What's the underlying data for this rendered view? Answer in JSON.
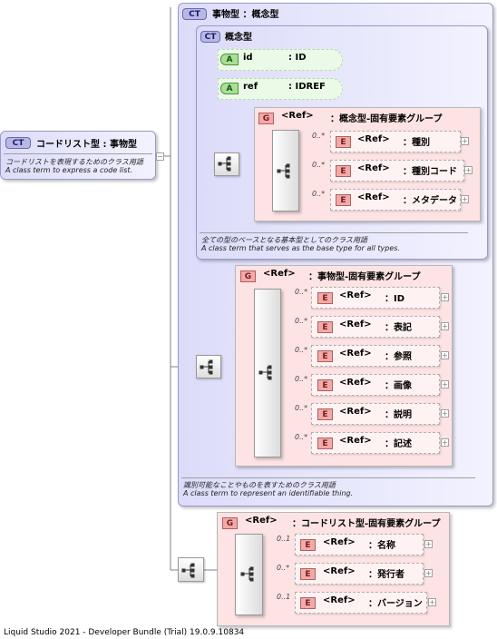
{
  "root": {
    "badge": "CT",
    "title": "コードリスト型 : 事物型",
    "doc_ja": "コードリストを表現するためのクラス用語",
    "doc_en": "A class term to express a code list."
  },
  "jibutsu": {
    "badge": "CT",
    "title": "事物型 ：概念型",
    "doc_ja": "識別可能なことやものを表すためのクラス用語",
    "doc_en": "A class term to represent an identifiable thing."
  },
  "gainen": {
    "badge": "CT",
    "title": "概念型",
    "doc_ja": "全ての型のベースとなる基本型としてのクラス用語",
    "doc_en": "A class term that serves as the base type for all types.",
    "attributes": [
      {
        "badge": "A",
        "name": "id",
        "type": ": ID"
      },
      {
        "badge": "A",
        "name": "ref",
        "type": ": IDREF"
      }
    ],
    "group": {
      "badge": "G",
      "ref": "<Ref>",
      "name": "：概念型-固有要素グループ",
      "elements": [
        {
          "badge": "E",
          "ref": "<Ref>",
          "name": "：種別",
          "card": "0..*"
        },
        {
          "badge": "E",
          "ref": "<Ref>",
          "name": "：種別コード",
          "card": "0..*"
        },
        {
          "badge": "E",
          "ref": "<Ref>",
          "name": "：メタデータ",
          "card": "0..*"
        }
      ]
    }
  },
  "jibutsu_group": {
    "badge": "G",
    "ref": "<Ref>",
    "name": "：事物型-固有要素グループ",
    "elements": [
      {
        "badge": "E",
        "ref": "<Ref>",
        "name": "：ID",
        "card": "0..*"
      },
      {
        "badge": "E",
        "ref": "<Ref>",
        "name": "：表記",
        "card": "0..*"
      },
      {
        "badge": "E",
        "ref": "<Ref>",
        "name": "：参照",
        "card": "0..*"
      },
      {
        "badge": "E",
        "ref": "<Ref>",
        "name": "：画像",
        "card": "0..*"
      },
      {
        "badge": "E",
        "ref": "<Ref>",
        "name": "：説明",
        "card": "0..*"
      },
      {
        "badge": "E",
        "ref": "<Ref>",
        "name": "：記述",
        "card": "0..*"
      }
    ]
  },
  "codelist_group": {
    "badge": "G",
    "ref": "<Ref>",
    "name": "：コードリスト型-固有要素グループ",
    "elements": [
      {
        "badge": "E",
        "ref": "<Ref>",
        "name": "：名称",
        "card": "0..1"
      },
      {
        "badge": "E",
        "ref": "<Ref>",
        "name": "：発行者",
        "card": "0..*"
      },
      {
        "badge": "E",
        "ref": "<Ref>",
        "name": "：バージョン",
        "card": "0..1"
      }
    ]
  },
  "footer": "Liquid Studio 2021 - Developer Bundle (Trial) 19.0.9.10834",
  "plus_symbol": "+",
  "colors": {
    "complex_type": "#dcdcfa",
    "group": "#fde3e3",
    "attribute": "#eafae6",
    "element": "#fff2f2"
  }
}
